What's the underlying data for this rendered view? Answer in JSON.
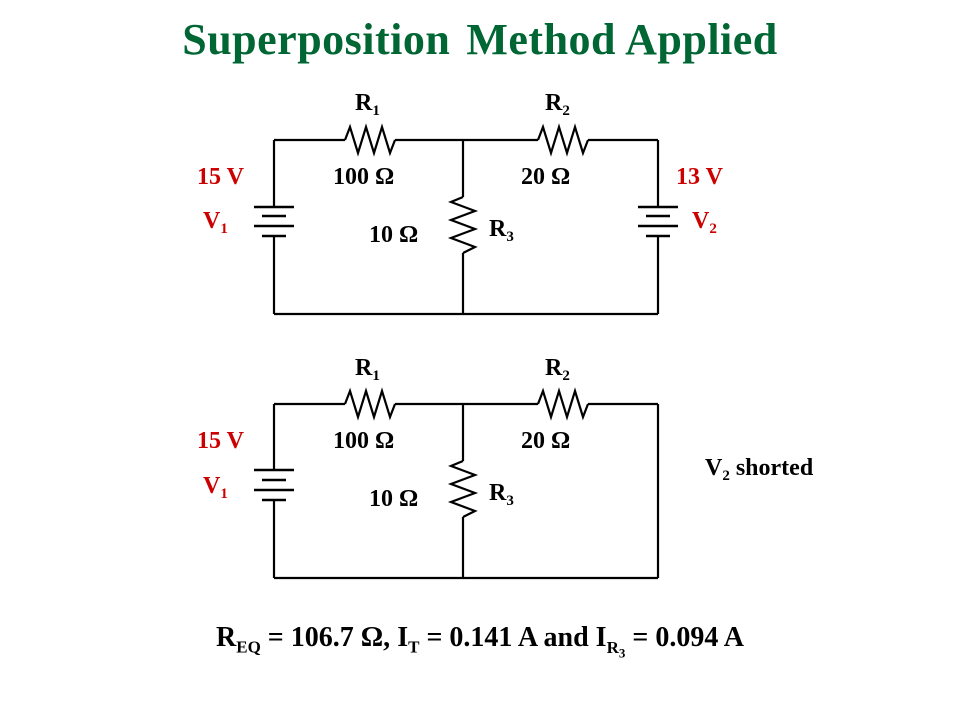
{
  "title": {
    "word1": "Superposition",
    "word2": "Method Applied"
  },
  "colors": {
    "title": "#006633",
    "source_labels": "#cc0000",
    "wires": "#000000"
  },
  "circuit1": {
    "r1": {
      "letter": "R",
      "sub": "1",
      "value": "100 Ω"
    },
    "r2": {
      "letter": "R",
      "sub": "2",
      "value": "20 Ω"
    },
    "r3": {
      "letter": "R",
      "sub": "3",
      "value": "10 Ω"
    },
    "v1": {
      "letter": "V",
      "sub": "1",
      "value": "15 V"
    },
    "v2": {
      "letter": "V",
      "sub": "2",
      "value": "13 V"
    }
  },
  "circuit2": {
    "r1": {
      "letter": "R",
      "sub": "1",
      "value": "100 Ω"
    },
    "r2": {
      "letter": "R",
      "sub": "2",
      "value": "20 Ω"
    },
    "r3": {
      "letter": "R",
      "sub": "3",
      "value": "10 Ω"
    },
    "v1": {
      "letter": "V",
      "sub": "1",
      "value": "15 V"
    },
    "note": {
      "letter": "V",
      "sub": "2",
      "text": " shorted"
    }
  },
  "equation": {
    "req_letter": "R",
    "req_sub": "EQ",
    "req_value": " = 106.7 Ω, ",
    "it_letter": "I",
    "it_sub": "T",
    "it_value": " = 0.141 A and ",
    "ir3_letter": "I",
    "ir3_sub": "R",
    "ir3_subsub": "3",
    "ir3_value": " = 0.094 A"
  }
}
